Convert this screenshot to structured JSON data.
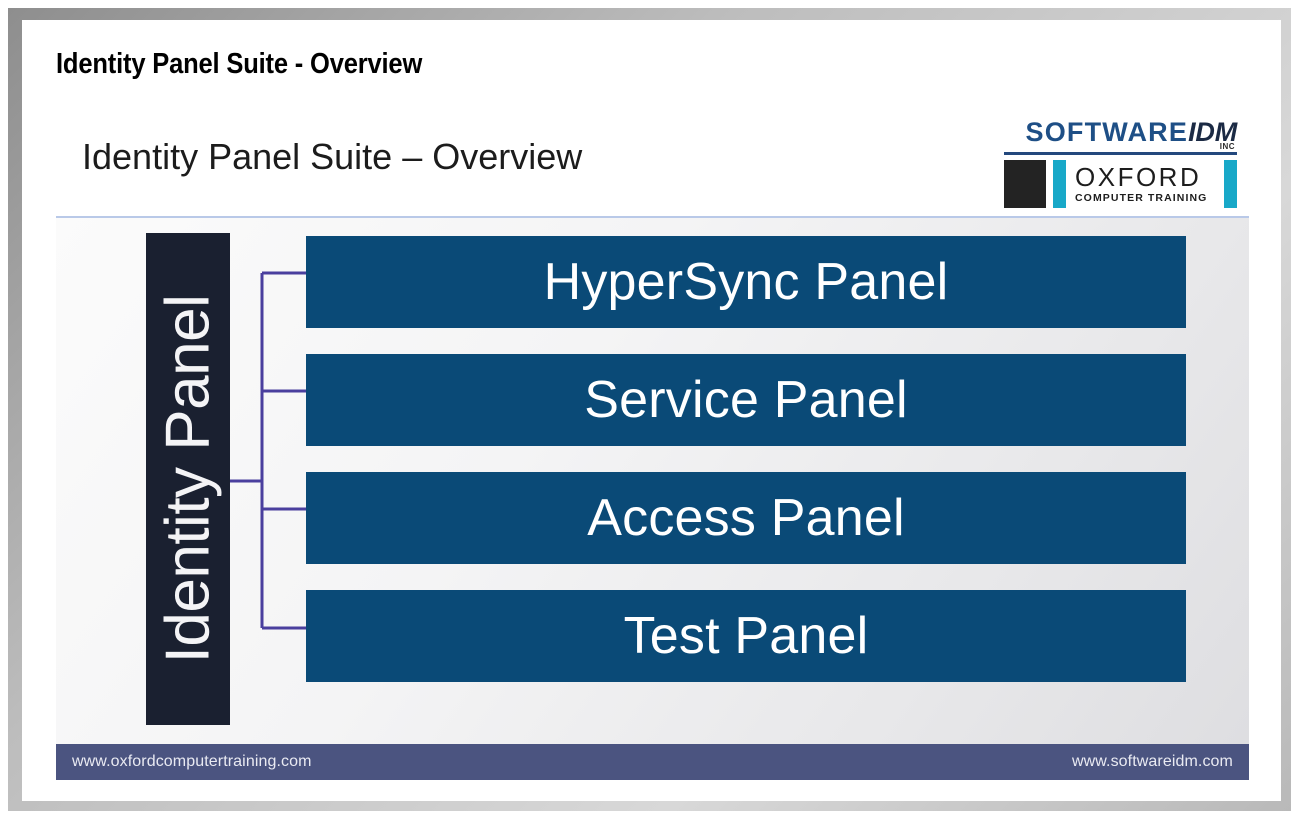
{
  "document": {
    "title": "Identity Panel Suite - Overview"
  },
  "slide": {
    "subtitle": "Identity Panel Suite – Overview",
    "logos": {
      "softwareidm": {
        "word1": "SOFTWARE",
        "word2": "IDM",
        "suffix": "INC",
        "color_word1": "#1e4f86",
        "color_word2": "#1b2a44",
        "rule_color": "#23487d"
      },
      "oxford": {
        "main": "OXFORD",
        "sub": "COMPUTER TRAINING",
        "block_color": "#232323",
        "bar_color": "#18a8c8",
        "text_color": "#1d1d1d"
      }
    },
    "diagram": {
      "root_label": "Identity Panel",
      "root_bg": "#1a2030",
      "root_text_color": "#f4f4f6",
      "connector_color": "#4a3f9e",
      "panel_bg": "#0a4a77",
      "panel_text_color": "#ffffff",
      "panels": [
        {
          "label": "HyperSync Panel"
        },
        {
          "label": "Service Panel"
        },
        {
          "label": "Access Panel"
        },
        {
          "label": "Test Panel"
        }
      ]
    },
    "footer": {
      "left": "www.oxfordcomputertraining.com",
      "right": "www.softwareidm.com",
      "bg": "#4b5480",
      "text_color": "#e9eaf2"
    }
  }
}
